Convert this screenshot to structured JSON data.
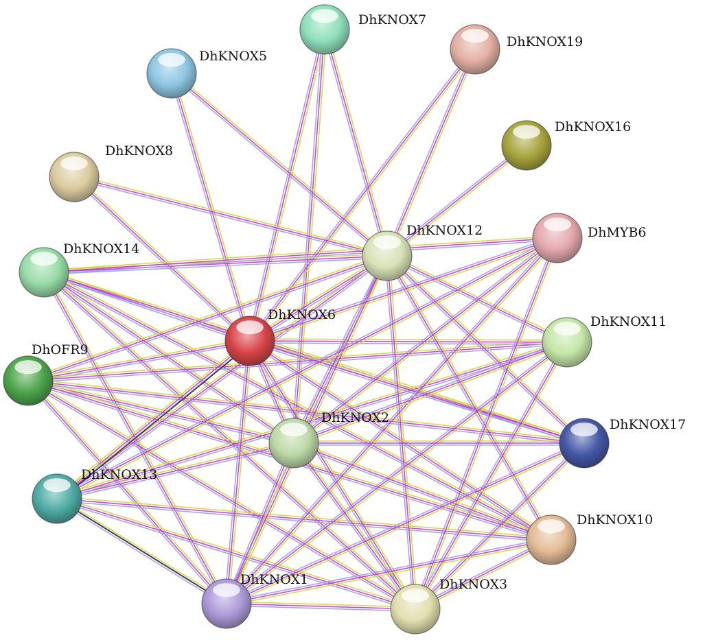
{
  "diagram": {
    "nodes": [
      {
        "id": "DhKNOX7",
        "label": "DhKNOX7",
        "color": "#8fe0bb"
      },
      {
        "id": "DhKNOX19",
        "label": "DhKNOX19",
        "color": "#e3b1a4"
      },
      {
        "id": "DhKNOX5",
        "label": "DhKNOX5",
        "color": "#8ec6e2"
      },
      {
        "id": "DhKNOX16",
        "label": "DhKNOX16",
        "color": "#a7a43d"
      },
      {
        "id": "DhKNOX8",
        "label": "DhKNOX8",
        "color": "#dccb9f"
      },
      {
        "id": "DhKNOX12",
        "label": "DhKNOX12",
        "color": "#d9e2b7"
      },
      {
        "id": "DhMYB6",
        "label": "DhMYB6",
        "color": "#e3a9ad"
      },
      {
        "id": "DhKNOX14",
        "label": "DhKNOX14",
        "color": "#98dca8"
      },
      {
        "id": "DhKNOX6",
        "label": "DhKNOX6",
        "color": "#d8454a"
      },
      {
        "id": "DhKNOX11",
        "label": "DhKNOX11",
        "color": "#c5e6a7"
      },
      {
        "id": "DhOFR9",
        "label": "DhOFR9",
        "color": "#4ea54c"
      },
      {
        "id": "DhKNOX2",
        "label": "DhKNOX2",
        "color": "#bcd9a7"
      },
      {
        "id": "DhKNOX17",
        "label": "DhKNOX17",
        "color": "#4558a6"
      },
      {
        "id": "DhKNOX13",
        "label": "DhKNOX13",
        "color": "#4fada6"
      },
      {
        "id": "DhKNOX10",
        "label": "DhKNOX10",
        "color": "#e4bc97"
      },
      {
        "id": "DhKNOX1",
        "label": "DhKNOX1",
        "color": "#ad9ad9"
      },
      {
        "id": "DhKNOX3",
        "label": "DhKNOX3",
        "color": "#e2dfae"
      }
    ],
    "edges": [
      [
        "DhKNOX7",
        "DhKNOX12"
      ],
      [
        "DhKNOX7",
        "DhKNOX6"
      ],
      [
        "DhKNOX7",
        "DhKNOX2"
      ],
      [
        "DhKNOX19",
        "DhKNOX12"
      ],
      [
        "DhKNOX19",
        "DhKNOX6"
      ],
      [
        "DhKNOX5",
        "DhKNOX12"
      ],
      [
        "DhKNOX5",
        "DhKNOX6"
      ],
      [
        "DhKNOX16",
        "DhKNOX12"
      ],
      [
        "DhKNOX8",
        "DhKNOX12"
      ],
      [
        "DhKNOX8",
        "DhKNOX6"
      ],
      [
        "DhKNOX14",
        "DhKNOX12"
      ],
      [
        "DhKNOX14",
        "DhKNOX6"
      ],
      [
        "DhKNOX14",
        "DhMYB6"
      ],
      [
        "DhKNOX14",
        "DhKNOX2"
      ],
      [
        "DhKNOX14",
        "DhKNOX1"
      ],
      [
        "DhKNOX14",
        "DhKNOX3"
      ],
      [
        "DhKNOX14",
        "DhKNOX10"
      ],
      [
        "DhKNOX14",
        "DhKNOX17"
      ],
      [
        "DhOFR9",
        "DhKNOX12"
      ],
      [
        "DhOFR9",
        "DhKNOX6"
      ],
      [
        "DhOFR9",
        "DhKNOX2"
      ],
      [
        "DhOFR9",
        "DhKNOX11"
      ],
      [
        "DhOFR9",
        "DhKNOX10"
      ],
      [
        "DhOFR9",
        "DhKNOX3"
      ],
      [
        "DhOFR9",
        "DhKNOX1"
      ],
      [
        "DhOFR9",
        "DhKNOX17"
      ],
      [
        "DhKNOX13",
        "DhKNOX6"
      ],
      [
        "DhKNOX13",
        "DhKNOX12"
      ],
      [
        "DhKNOX13",
        "DhKNOX2"
      ],
      [
        "DhKNOX13",
        "DhKNOX1"
      ],
      [
        "DhKNOX13",
        "DhKNOX3"
      ],
      [
        "DhKNOX13",
        "DhKNOX11"
      ],
      [
        "DhKNOX13",
        "DhKNOX10"
      ],
      [
        "DhKNOX6",
        "DhKNOX12"
      ],
      [
        "DhKNOX6",
        "DhKNOX11"
      ],
      [
        "DhKNOX6",
        "DhKNOX2"
      ],
      [
        "DhKNOX6",
        "DhKNOX17"
      ],
      [
        "DhKNOX6",
        "DhKNOX10"
      ],
      [
        "DhKNOX6",
        "DhKNOX3"
      ],
      [
        "DhKNOX6",
        "DhKNOX1"
      ],
      [
        "DhKNOX12",
        "DhKNOX11"
      ],
      [
        "DhKNOX12",
        "DhKNOX2"
      ],
      [
        "DhKNOX12",
        "DhKNOX17"
      ],
      [
        "DhKNOX12",
        "DhKNOX10"
      ],
      [
        "DhKNOX12",
        "DhKNOX3"
      ],
      [
        "DhKNOX12",
        "DhKNOX1"
      ],
      [
        "DhMYB6",
        "DhKNOX6"
      ],
      [
        "DhMYB6",
        "DhKNOX2"
      ],
      [
        "DhMYB6",
        "DhKNOX1"
      ],
      [
        "DhMYB6",
        "DhKNOX3"
      ],
      [
        "DhMYB6",
        "DhKNOX13"
      ],
      [
        "DhKNOX11",
        "DhKNOX2"
      ],
      [
        "DhKNOX11",
        "DhKNOX1"
      ],
      [
        "DhKNOX11",
        "DhKNOX3"
      ],
      [
        "DhKNOX2",
        "DhKNOX17"
      ],
      [
        "DhKNOX2",
        "DhKNOX10"
      ],
      [
        "DhKNOX2",
        "DhKNOX3"
      ],
      [
        "DhKNOX2",
        "DhKNOX1"
      ],
      [
        "DhKNOX17",
        "DhKNOX1"
      ],
      [
        "DhKNOX17",
        "DhKNOX3"
      ],
      [
        "DhKNOX10",
        "DhKNOX1"
      ],
      [
        "DhKNOX10",
        "DhKNOX3"
      ],
      [
        "DhKNOX1",
        "DhKNOX3"
      ]
    ]
  }
}
